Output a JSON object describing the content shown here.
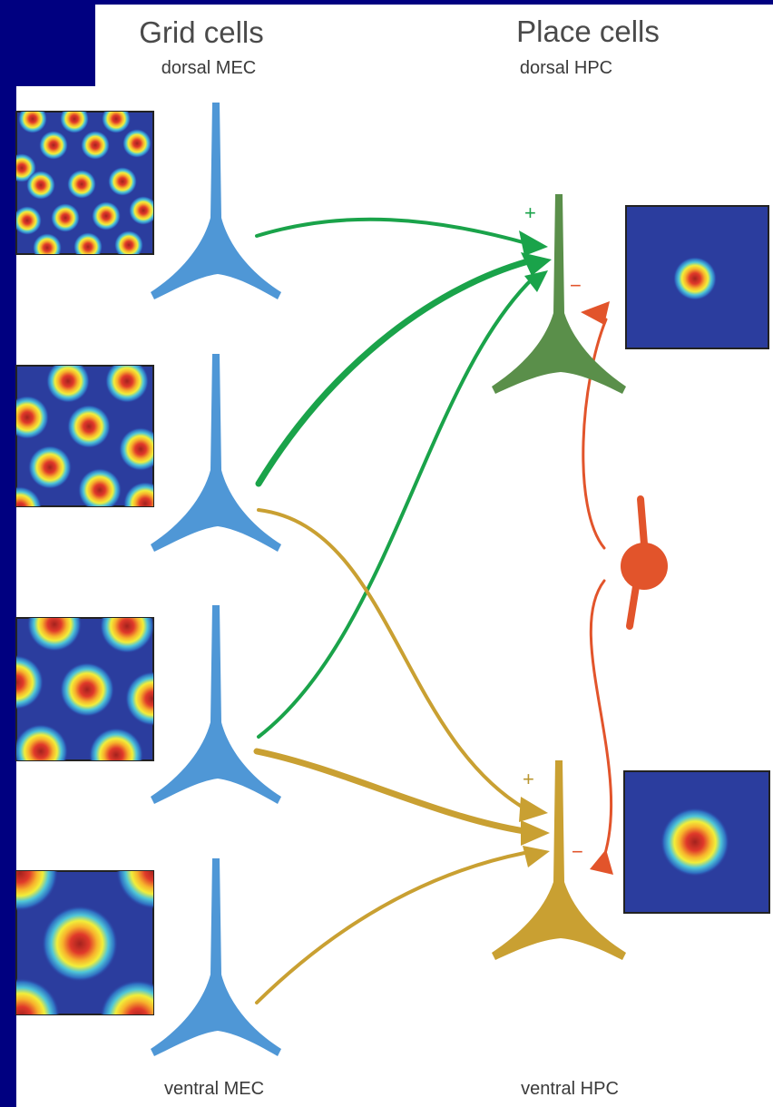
{
  "labels": {
    "grid_title": "Grid cells",
    "grid_top_sub": "dorsal MEC",
    "grid_bottom_sub": "ventral MEC",
    "place_title": "Place cells",
    "place_top_sub": "dorsal HPC",
    "place_bottom_sub": "ventral HPC"
  },
  "signs": {
    "plus": "+",
    "minus": "−"
  },
  "colors": {
    "background": "#000080",
    "grid_neuron": "#4f97d6",
    "dorsal_place_neuron": "#5a8f4a",
    "ventral_place_neuron": "#c9a032",
    "green_projection": "#1aa34a",
    "gold_projection": "#c9a032",
    "interneuron": "#e2542b",
    "field_background": "#2b3d9e"
  },
  "icons": {
    "grid_maps": [
      "grid-map-icon",
      "grid-map-icon",
      "grid-map-icon",
      "grid-map-icon"
    ],
    "place_maps": [
      "place-field-icon",
      "place-field-icon"
    ],
    "neurons": [
      "pyramidal-neuron-icon",
      "interneuron-icon"
    ]
  }
}
